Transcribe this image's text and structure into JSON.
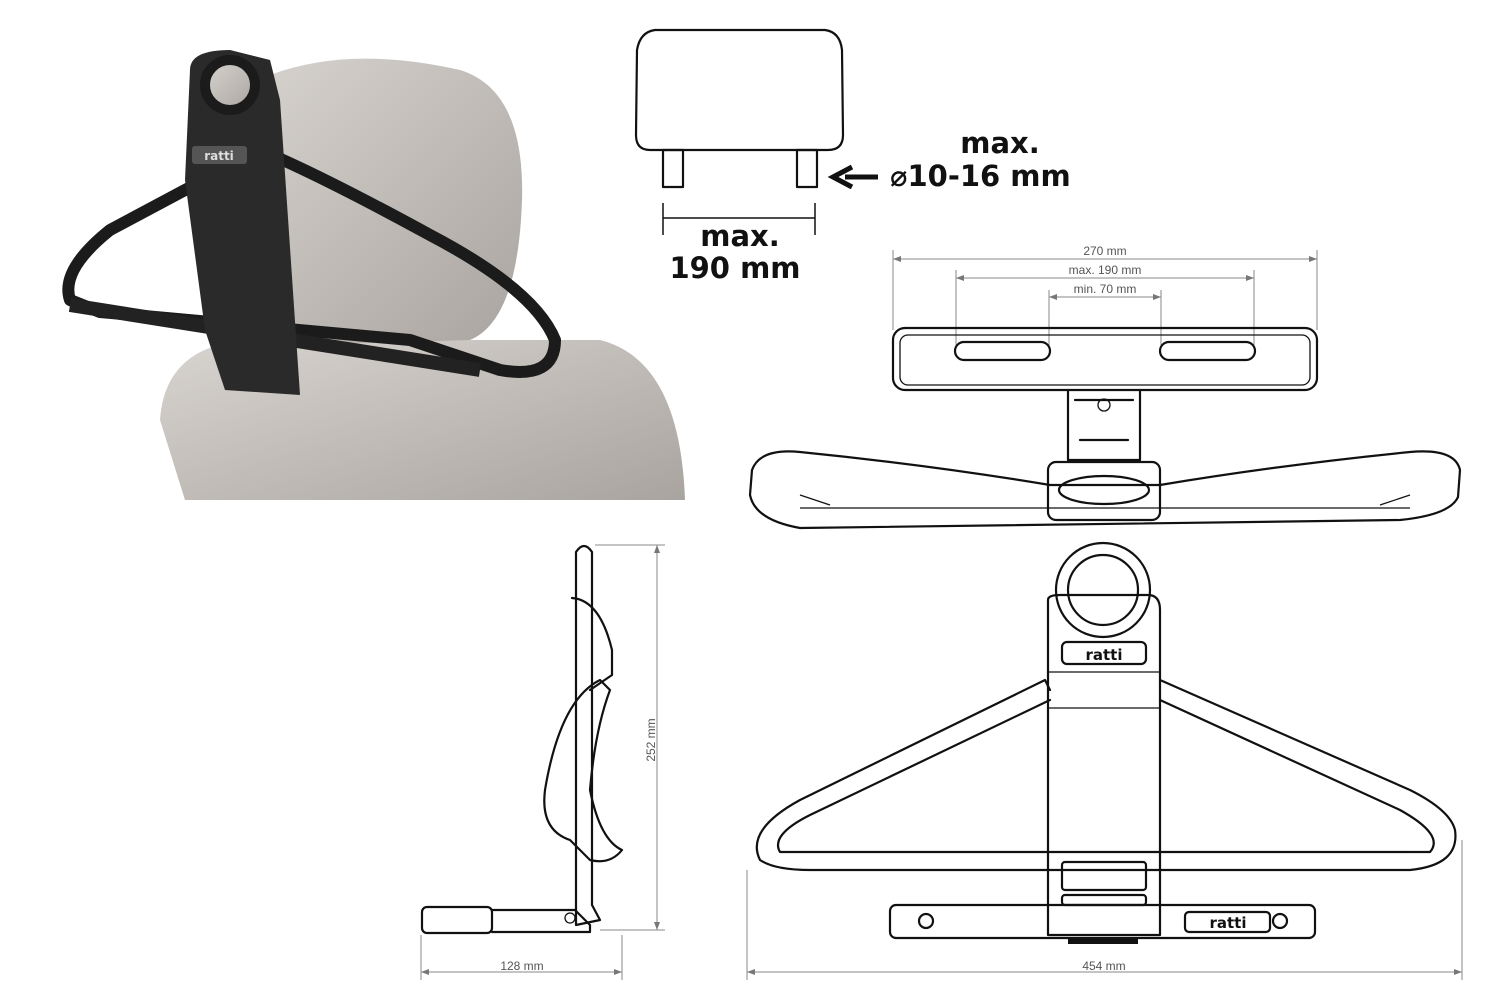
{
  "photo": {
    "brand_logo": "ratti"
  },
  "headrest_diagram": {
    "post_diameter_label_line1": "max.",
    "post_diameter_label_line2": "⌀10-16 mm",
    "post_spacing_label_line1": "max.",
    "post_spacing_label_line2": "190 mm"
  },
  "top_view": {
    "width_label": "270 mm",
    "max_spacing_label": "max. 190 mm",
    "min_spacing_label": "min. 70 mm"
  },
  "side_view": {
    "height_label": "252 mm",
    "depth_label": "128 mm"
  },
  "front_view": {
    "width_label": "454 mm",
    "brand_logo": "ratti"
  }
}
